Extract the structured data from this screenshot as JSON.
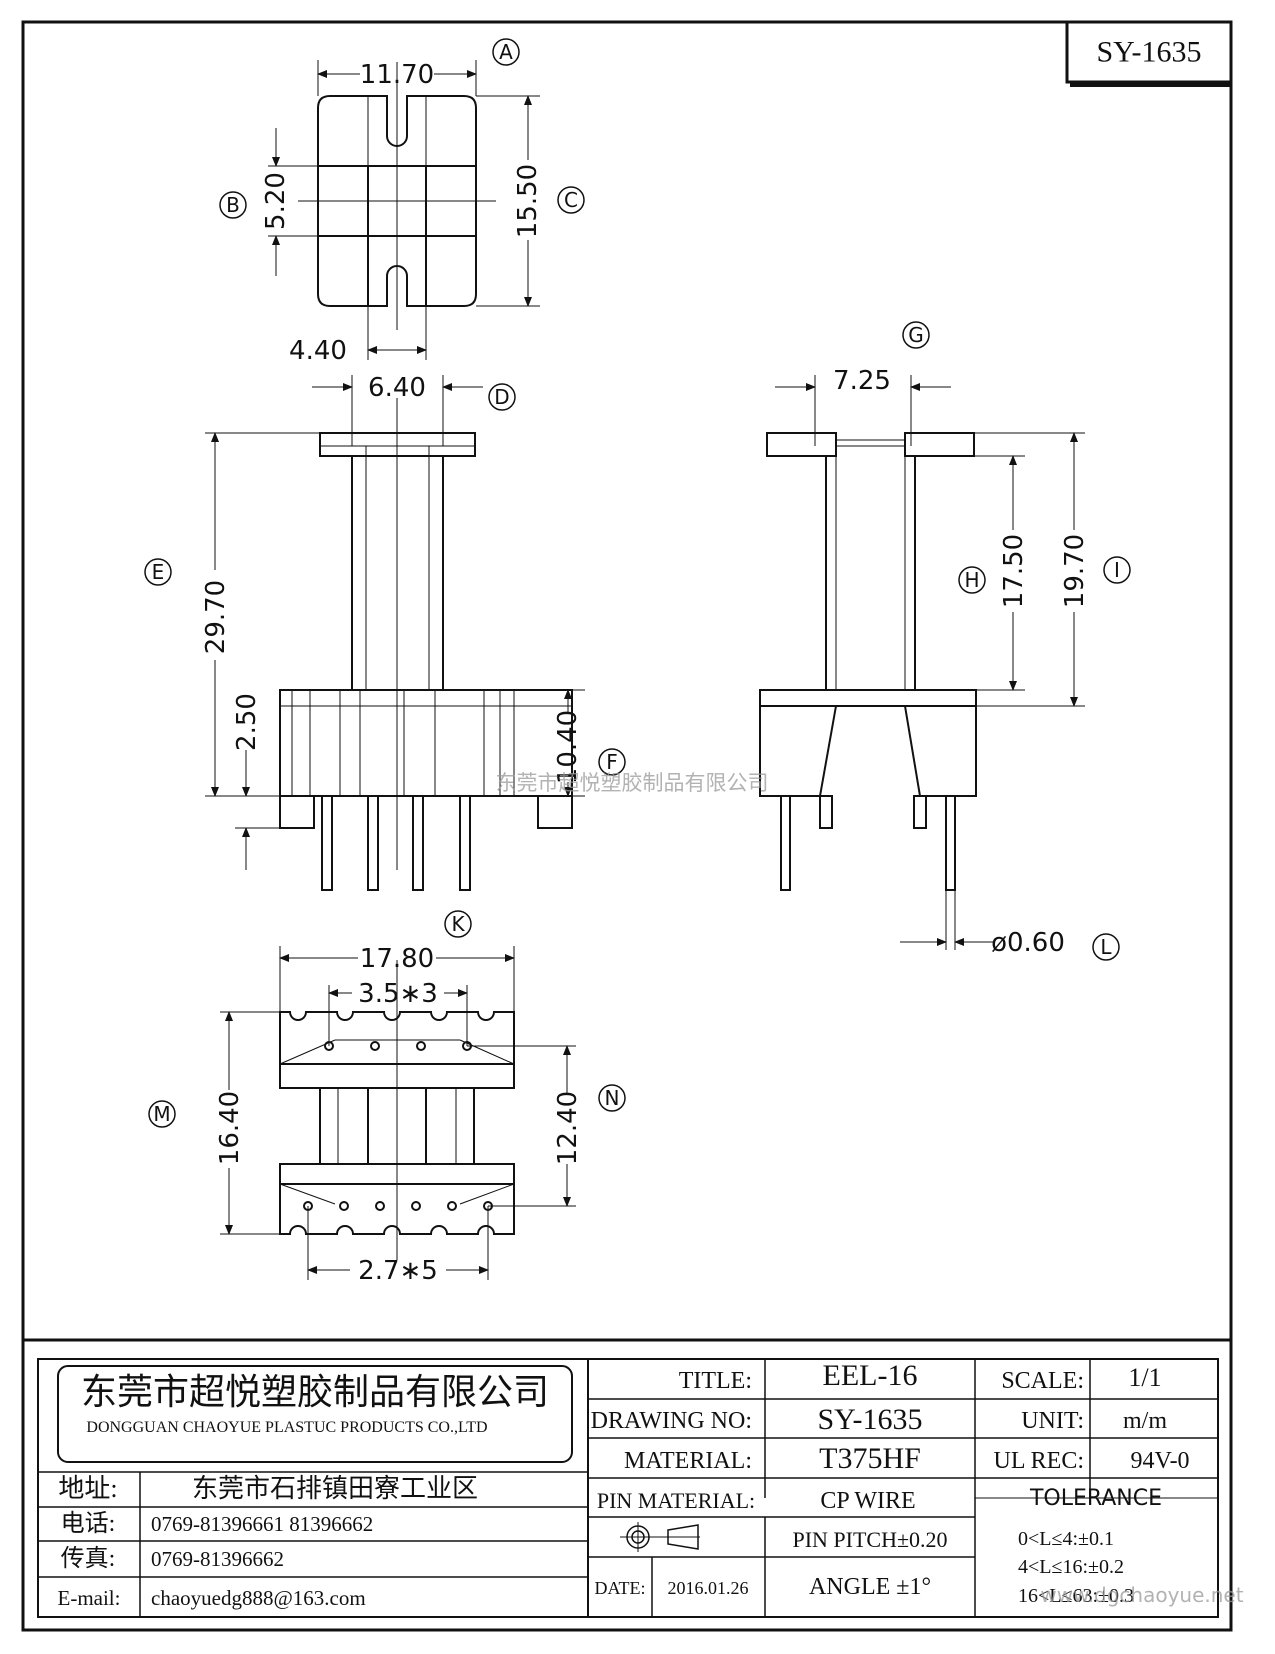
{
  "drawing_no": "SY-1635",
  "dims": {
    "top_width": "11.70",
    "top_slot": "5.20",
    "top_height": "15.50",
    "top_core": "4.40",
    "front_flange": "6.40",
    "front_height": "29.70",
    "front_pin_offset": "2.50",
    "front_base": "10.40",
    "side_offset": "7.25",
    "side_h1": "17.50",
    "side_h2": "19.70",
    "pin_dia": "ø0.60",
    "bottom_width": "17.80",
    "bottom_pitch_top": "3.5∗3",
    "bottom_height": "16.40",
    "bottom_inner": "12.40",
    "bottom_pitch_bottom": "2.7∗5"
  },
  "markers": {
    "a": "A",
    "b": "B",
    "c": "C",
    "d": "D",
    "e": "E",
    "f": "F",
    "g": "G",
    "h": "H",
    "i": "I",
    "k": "K",
    "l": "L",
    "m": "M",
    "n": "N"
  },
  "watermark": "东莞市超悦塑胶制品有限公司",
  "watermark_url": "www.dgchaoyue.net",
  "company": {
    "name_cn": "东莞市超悦塑胶制品有限公司",
    "name_en": "DONGGUAN CHAOYUE PLASTUC PRODUCTS CO.,LTD",
    "address_label": "地址:",
    "address": "东莞市石排镇田寮工业区",
    "tel_label": "电话:",
    "tel": "0769-81396661   81396662",
    "fax_label": "传真:",
    "fax": "0769-81396662",
    "email_label": "E-mail:",
    "email": "chaoyuedg888@163.com"
  },
  "title_block": {
    "title_label": "TITLE:",
    "title": "EEL-16",
    "drawing_no_label": "DRAWING NO:",
    "drawing_no": "SY-1635",
    "material_label": "MATERIAL:",
    "material": "T375HF",
    "pin_material_label": "PIN MATERIAL:",
    "pin_material": "CP WIRE",
    "pin_pitch": "PIN PITCH±0.20",
    "date_label": "DATE:",
    "date": "2016.01.26",
    "angle": "ANGLE  ±1°",
    "scale_label": "SCALE:",
    "scale": "1/1",
    "unit_label": "UNIT:",
    "unit": "m/m",
    "ul_label": "UL REC:",
    "ul": "94V-0",
    "tolerance_label": "TOLERANCE",
    "tol1": "0<L≤4:±0.1",
    "tol2": "4<L≤16:±0.2",
    "tol3": "16<L≤63:±0.3"
  }
}
